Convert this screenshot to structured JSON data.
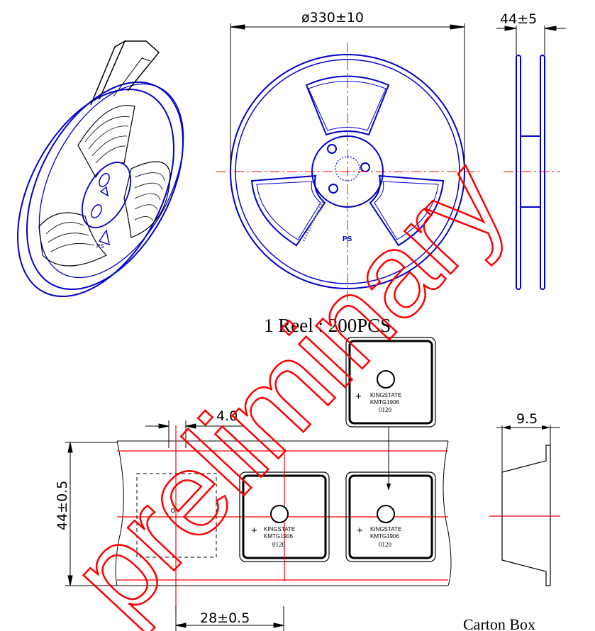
{
  "dimensions": {
    "reel_diameter": "ø330±10",
    "reel_width": "44±5",
    "pitch": "4.0",
    "tape_width": "44±0.5",
    "component_pitch": "28±0.5",
    "cover_depth": "9.5"
  },
  "labels": {
    "reel_qty": "1 Reel : 200PCS",
    "carton": "Carton Box",
    "reel_mark": "PS",
    "reel_mark_small": "PS"
  },
  "component": {
    "brand": "KINGSTATE",
    "part": "KMTG1906",
    "code": "0120",
    "polarity": "+"
  },
  "watermark": "preliminary",
  "colors": {
    "line": "#0000cc",
    "centerline": "#ff0000",
    "drawing": "#000000",
    "watermark": "#ff0000"
  }
}
